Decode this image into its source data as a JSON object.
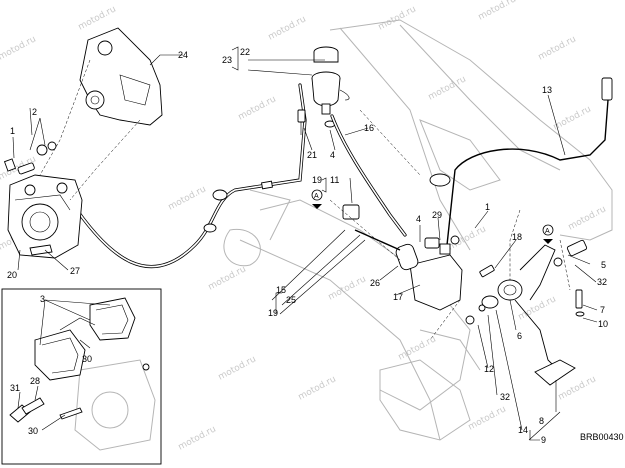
{
  "diagram": {
    "drawing_code": "BRB00430",
    "watermark_text": "motod.ru",
    "callouts": [
      "1",
      "2",
      "3",
      "4",
      "5",
      "6",
      "7",
      "8",
      "9",
      "10",
      "11",
      "12",
      "13",
      "14",
      "15",
      "16",
      "17",
      "18",
      "19",
      "20",
      "21",
      "22",
      "23",
      "24",
      "25",
      "26",
      "27",
      "28",
      "29",
      "30",
      "31",
      "32"
    ],
    "reference_marker": "A"
  }
}
